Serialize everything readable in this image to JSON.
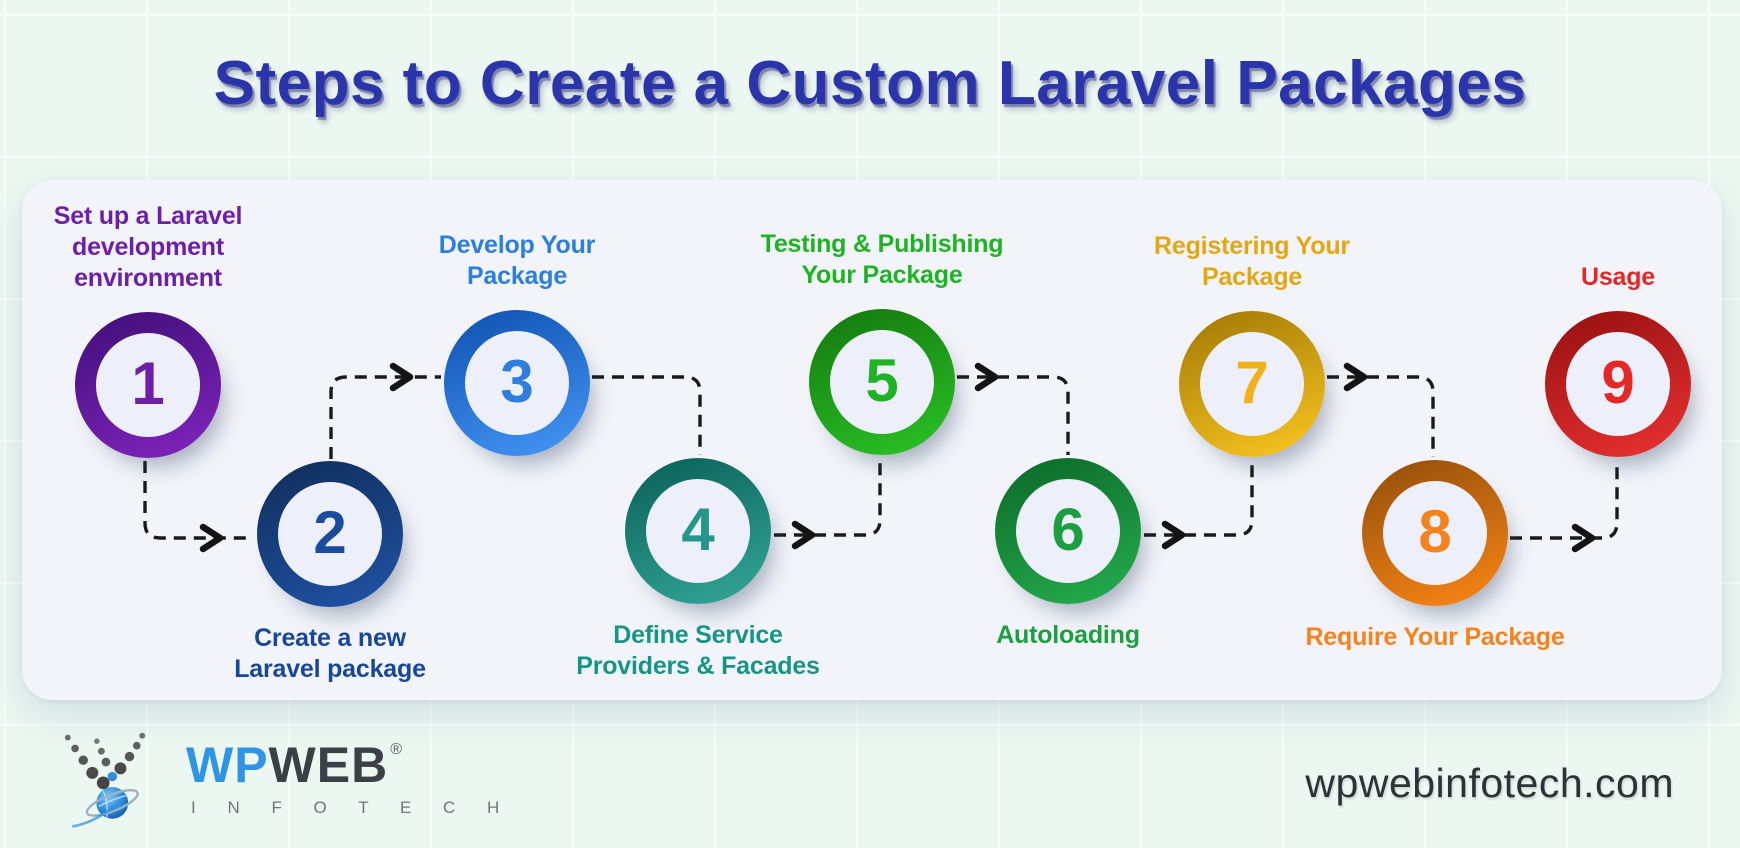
{
  "title": {
    "text": "Steps to Create a Custom Laravel Packages"
  },
  "theme": {
    "background": "#ecf7f1",
    "card": "#f2f4f9",
    "title_color": "#2a34ab",
    "connector_color": "#1a1a1a",
    "circle_inner": "#edf0fa"
  },
  "steps": [
    {
      "number": "1",
      "label": "Set up a Laravel\ndevelopment\nenvironment",
      "colors": {
        "dark": "#45107e",
        "light": "#7a22b5",
        "text": "#6e1fa7",
        "num": "#6e1fa7"
      }
    },
    {
      "number": "2",
      "label": "Create a new\nLaravel package",
      "colors": {
        "dark": "#11305f",
        "light": "#1e4f9e",
        "text": "#17479a",
        "num": "#1b4b9d"
      }
    },
    {
      "number": "3",
      "label": "Develop Your\nPackage",
      "colors": {
        "dark": "#1356b5",
        "light": "#3f8fee",
        "text": "#2e7ede",
        "num": "#2e7ede"
      }
    },
    {
      "number": "4",
      "label": "Define Service\nProviders & Facades",
      "colors": {
        "dark": "#0d655c",
        "light": "#2f9f92",
        "text": "#17948a",
        "num": "#26958b"
      }
    },
    {
      "number": "5",
      "label": "Testing & Publishing\nYour Package",
      "colors": {
        "dark": "#167d10",
        "light": "#28bb24",
        "text": "#1eb224",
        "num": "#1eb224"
      }
    },
    {
      "number": "6",
      "label": "Autoloading",
      "colors": {
        "dark": "#0d6e2b",
        "light": "#23a64a",
        "text": "#1c9e41",
        "num": "#1c9e41"
      }
    },
    {
      "number": "7",
      "label": "Registering Your\nPackage",
      "colors": {
        "dark": "#a87d06",
        "light": "#f0be1e",
        "text": "#e2a713",
        "num": "#f2b01a"
      }
    },
    {
      "number": "8",
      "label": "Require Your Package",
      "colors": {
        "dark": "#99520c",
        "light": "#f08014",
        "text": "#f5831d",
        "num": "#f5831d"
      }
    },
    {
      "number": "9",
      "label": "Usage",
      "colors": {
        "dark": "#9c1212",
        "light": "#e12e2e",
        "text": "#e62727",
        "num": "#e62727"
      }
    }
  ],
  "footer": {
    "website": "wpwebinfotech.com",
    "logo": {
      "wp": "WP",
      "web": "WEB",
      "registered": "®",
      "infotech": "I N F O T E C H"
    }
  }
}
